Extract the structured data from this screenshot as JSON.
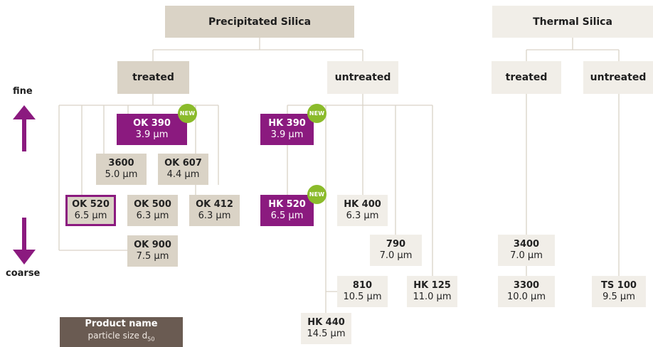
{
  "categories": {
    "precipitated": "Precipitated Silica",
    "thermal": "Thermal Silica"
  },
  "groups": {
    "prec_treated": "treated",
    "prec_untreated": "untreated",
    "therm_treated": "treated",
    "therm_untreated": "untreated"
  },
  "scale": {
    "fine": "fine",
    "coarse": "coarse"
  },
  "badge": "NEW",
  "products": {
    "ok390": {
      "name": "OK 390",
      "size": "3.9 µm"
    },
    "s3600": {
      "name": "3600",
      "size": "5.0 µm"
    },
    "ok607": {
      "name": "OK 607",
      "size": "4.4 µm"
    },
    "ok520": {
      "name": "OK 520",
      "size": "6.5 µm"
    },
    "ok500": {
      "name": "OK 500",
      "size": "6.3 µm"
    },
    "ok412": {
      "name": "OK 412",
      "size": "6.3 µm"
    },
    "ok900": {
      "name": "OK 900",
      "size": "7.5 µm"
    },
    "hk390": {
      "name": "HK 390",
      "size": "3.9 µm"
    },
    "hk520": {
      "name": "HK 520",
      "size": "6.5 µm"
    },
    "hk400": {
      "name": "HK 400",
      "size": "6.3 µm"
    },
    "s790": {
      "name": "790",
      "size": "7.0 µm"
    },
    "s810": {
      "name": "810",
      "size": "10.5 µm"
    },
    "hk125": {
      "name": "HK 125",
      "size": "11.0 µm"
    },
    "hk440": {
      "name": "HK 440",
      "size": "14.5 µm"
    },
    "s3400": {
      "name": "3400",
      "size": "7.0 µm"
    },
    "s3300": {
      "name": "3300",
      "size": "10.0 µm"
    },
    "ts100": {
      "name": "TS 100",
      "size": "9.5 µm"
    }
  },
  "legend": {
    "title": "Product name",
    "subtitle": "particle size d",
    "subscript": "50"
  },
  "colors": {
    "highlight": "#8b1a7f",
    "new_badge": "#8bbb2b",
    "box": "#dad3c6",
    "box_light": "#f1eee8",
    "legend": "#6a5b52"
  }
}
